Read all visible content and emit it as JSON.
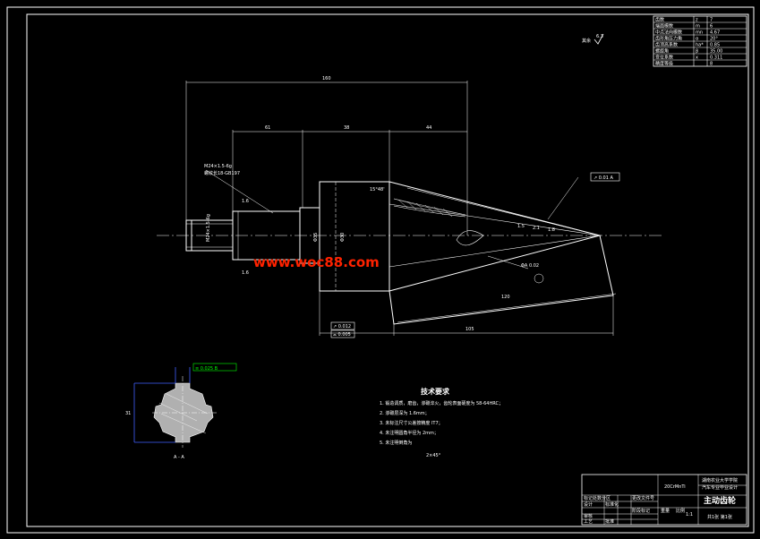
{
  "watermark": {
    "text": "www.woc88.com",
    "color": "#ff2200"
  },
  "roughness_note": {
    "prefix": "其余",
    "value": "6.3"
  },
  "parameter_table": {
    "rows": [
      {
        "name": "齿数",
        "symbol": "z",
        "value": "7"
      },
      {
        "name": "端面模数",
        "symbol": "m",
        "value": "6"
      },
      {
        "name": "中点法向模数",
        "symbol": "mn",
        "value": "4.67"
      },
      {
        "name": "齿形角压力角",
        "symbol": "α",
        "value": "20°"
      },
      {
        "name": "齿顶高系数",
        "symbol": "ha*",
        "value": "0.85"
      },
      {
        "name": "螺旋角",
        "symbol": "β",
        "value": "35.00"
      },
      {
        "name": "变位系数",
        "symbol": "x",
        "value": "0.311"
      },
      {
        "name": "精度等级",
        "symbol": "",
        "value": "8"
      }
    ]
  },
  "dimensions": {
    "overall_length": "160",
    "len_a": "61",
    "len_b": "38",
    "len_c": "44",
    "thread": "M24×1.5-6g",
    "thread_note": "螺纹长18-GB197",
    "shaft_dia": "Φ30",
    "bearing_dia": "Φ35",
    "pitch_len": "105",
    "cone_len": "120",
    "angle": "15°48'",
    "tooth_h1": "1.5",
    "tooth_h2": "2.1",
    "ref_h": "1.8",
    "section_callout": "ΦA 0.02",
    "spline_dim": "31",
    "chamfer": "2×45°",
    "surface_note_1": "1.6",
    "surface_note_2": "1.6",
    "gtol_main": "↗ 0.01 A",
    "gtol_left_1": "↗ 0.012",
    "gtol_left_2": "⌓ 0.005",
    "gtol_spline": "≡ 0.025 B"
  },
  "section_label": "A - A",
  "tech_requirements": {
    "title": "技术要求",
    "items": [
      "1. 锻造调质，磨齿，渗碳淬火，齿轮表面硬度为 58-64HRC；",
      "2. 渗碳层深为 1.6mm；",
      "3. 未标注尺寸公差按精度 IT7；",
      "4. 未注明圆角半径为 2mm；",
      "5. 未注明倒角为"
    ]
  },
  "title_block": {
    "school": "湖南农业大学学院",
    "school_sub": "汽车专业毕业设计",
    "part_name": "主动齿轮",
    "material": "20CrMnTi",
    "scale": "1:1",
    "drawing_no": "共1张 第1张",
    "cells": {
      "c1": "标记处数分区",
      "c2": "更改文件号",
      "c3": "签名",
      "c4": "年月日",
      "c5": "设计",
      "c6": "标准化",
      "c7": "阶段标记",
      "c8": "重量",
      "c9": "比例",
      "c10": "审核",
      "c11": "工艺",
      "c12": "批准"
    }
  },
  "colors": {
    "line": "#ffffff",
    "dim": "#ffffff",
    "gtol": "#00ff00",
    "highlight": "#4060ff",
    "background": "#000000"
  }
}
